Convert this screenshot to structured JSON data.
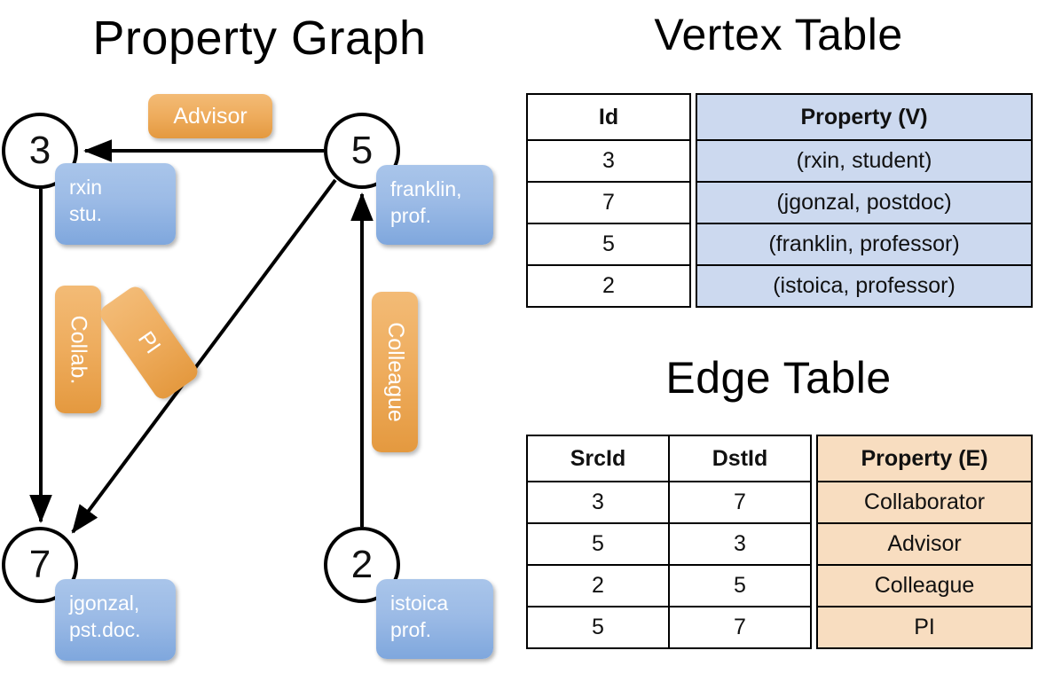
{
  "titles": {
    "property_graph": "Property Graph",
    "vertex_table": "Vertex Table",
    "edge_table": "Edge Table"
  },
  "graph": {
    "nodes": [
      {
        "id": "3",
        "property": "rxin\nstu."
      },
      {
        "id": "5",
        "property": "franklin,\nprof."
      },
      {
        "id": "7",
        "property": "jgonzal,\npst.doc."
      },
      {
        "id": "2",
        "property": "istoica\nprof."
      }
    ],
    "node_labels": {
      "n3": "3",
      "n5": "5",
      "n7": "7",
      "n2": "2"
    },
    "property_lines": {
      "n3_line1": "rxin",
      "n3_line2": "stu.",
      "n5_line1": "franklin,",
      "n5_line2": "prof.",
      "n7_line1": "jgonzal,",
      "n7_line2": "pst.doc.",
      "n2_line1": "istoica",
      "n2_line2": "prof."
    },
    "edge_labels": {
      "advisor": "Advisor",
      "collab": "Collab.",
      "pi": "PI",
      "colleague": "Colleague"
    },
    "edges": [
      {
        "from": "5",
        "to": "3",
        "label": "Advisor"
      },
      {
        "from": "3",
        "to": "7",
        "label": "Collab."
      },
      {
        "from": "5",
        "to": "7",
        "label": "PI"
      },
      {
        "from": "2",
        "to": "5",
        "label": "Colleague"
      }
    ]
  },
  "vertex_table": {
    "headers": {
      "id": "Id",
      "property": "Property (V)"
    },
    "rows": [
      {
        "id": "3",
        "property": "(rxin, student)"
      },
      {
        "id": "7",
        "property": "(jgonzal, postdoc)"
      },
      {
        "id": "5",
        "property": "(franklin, professor)"
      },
      {
        "id": "2",
        "property": "(istoica, professor)"
      }
    ]
  },
  "edge_table": {
    "headers": {
      "src": "SrcId",
      "dst": "DstId",
      "property": "Property (E)"
    },
    "rows": [
      {
        "src": "3",
        "dst": "7",
        "property": "Collaborator"
      },
      {
        "src": "5",
        "dst": "3",
        "property": "Advisor"
      },
      {
        "src": "2",
        "dst": "5",
        "property": "Colleague"
      },
      {
        "src": "5",
        "dst": "7",
        "property": "PI"
      }
    ]
  },
  "colors": {
    "vertex_property_fill": "#ccd9ef",
    "edge_property_fill": "#f8ddc0",
    "node_box_blue": "#9cbbe6",
    "edge_label_orange": "#eeac5d",
    "stroke": "#000000",
    "background": "#ffffff"
  }
}
